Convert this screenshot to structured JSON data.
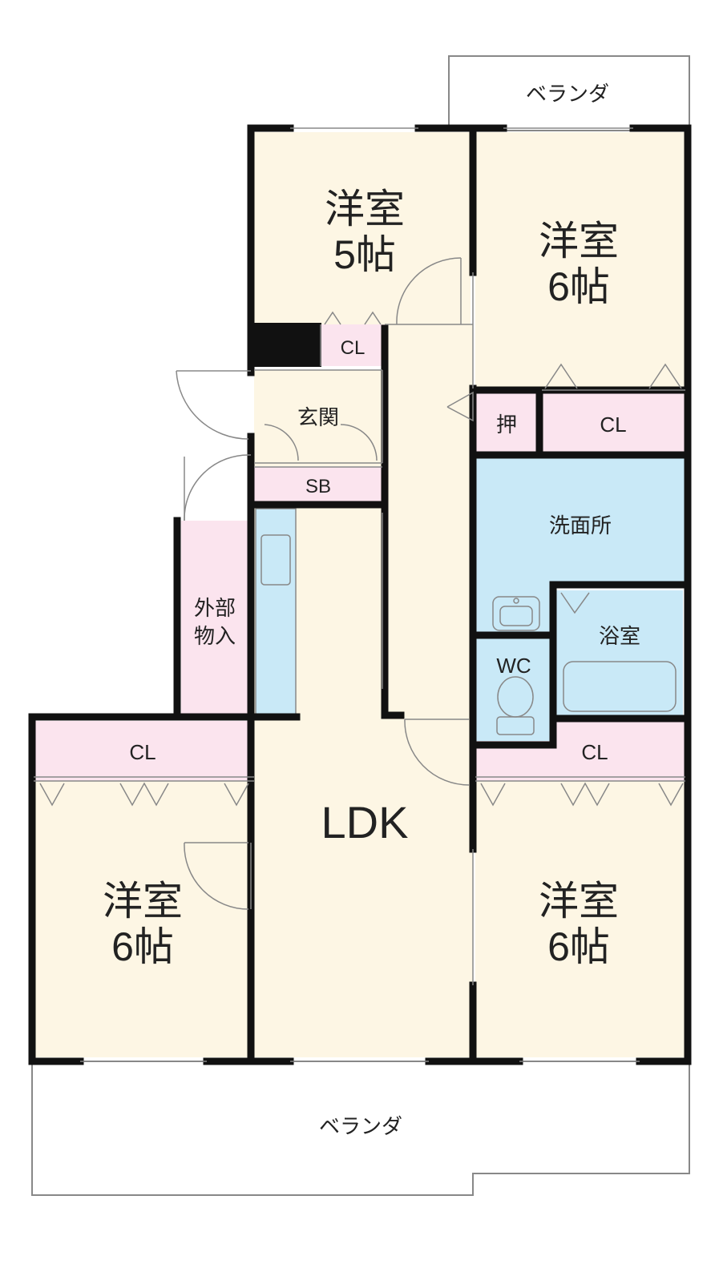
{
  "colors": {
    "room": "#fdf6e4",
    "storage": "#fbe4ee",
    "wet": "#c9e9f7",
    "wall": "#111111",
    "outline": "#888888"
  },
  "balcony": {
    "top": "ベランダ",
    "bottom": "ベランダ"
  },
  "rooms": {
    "bed_north_left": {
      "line1": "洋室",
      "line2": "5帖"
    },
    "bed_north_right": {
      "line1": "洋室",
      "line2": "6帖"
    },
    "bed_south_left": {
      "line1": "洋室",
      "line2": "6帖"
    },
    "bed_south_right": {
      "line1": "洋室",
      "line2": "6帖"
    },
    "ldk": "LDK",
    "entrance": "玄関",
    "washroom": "洗面所",
    "bathroom": "浴室",
    "toilet": "WC"
  },
  "storage": {
    "cl_north_left": "CL",
    "cl_north_right": "CL",
    "oshiire": "押",
    "shoe_box": "SB",
    "outdoor_storage": {
      "line1": "外部",
      "line2": "物入"
    },
    "cl_south_left": "CL",
    "cl_south_right": "CL"
  }
}
